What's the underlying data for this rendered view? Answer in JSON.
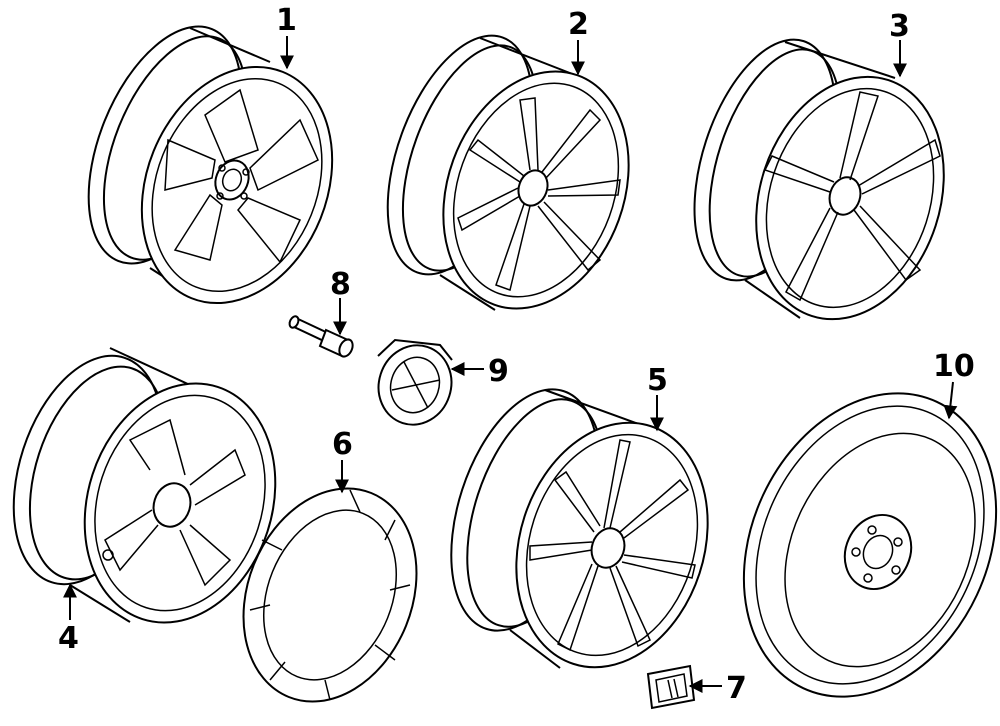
{
  "callouts": [
    {
      "id": "part-1",
      "label": "1"
    },
    {
      "id": "part-2",
      "label": "2"
    },
    {
      "id": "part-3",
      "label": "3"
    },
    {
      "id": "part-4",
      "label": "4"
    },
    {
      "id": "part-5",
      "label": "5"
    },
    {
      "id": "part-6",
      "label": "6"
    },
    {
      "id": "part-7",
      "label": "7"
    },
    {
      "id": "part-8",
      "label": "8"
    },
    {
      "id": "part-9",
      "label": "9"
    },
    {
      "id": "part-10",
      "label": "10"
    }
  ],
  "icons": {
    "wheel_icon": "alloy-wheel-icon",
    "bolt_icon": "wheel-bolt-icon",
    "cap_icon": "center-cap-icon",
    "trim_icon": "trim-ring-icon",
    "badge_icon": "badge-icon",
    "spare_icon": "spare-wheel-icon"
  },
  "colors": {
    "line": "#000000",
    "background": "#ffffff"
  }
}
